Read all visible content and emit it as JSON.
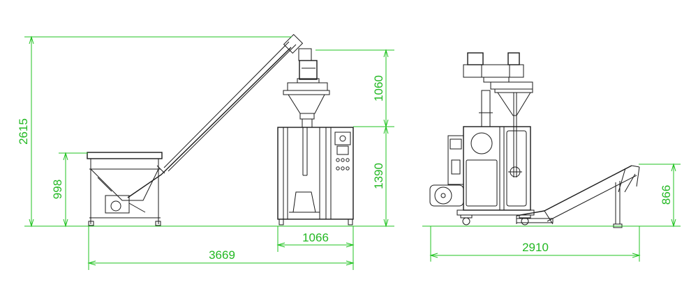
{
  "colors": {
    "dimension": "#22c322",
    "line": "#1a1a1a",
    "background": "#ffffff"
  },
  "dimensions": {
    "total_height": "2615",
    "hopper_height": "998",
    "filler_height": "1060",
    "machine_height": "1390",
    "machine_width": "1066",
    "total_length_side": "3669",
    "total_length_front": "2910",
    "conveyor_height": "866"
  }
}
